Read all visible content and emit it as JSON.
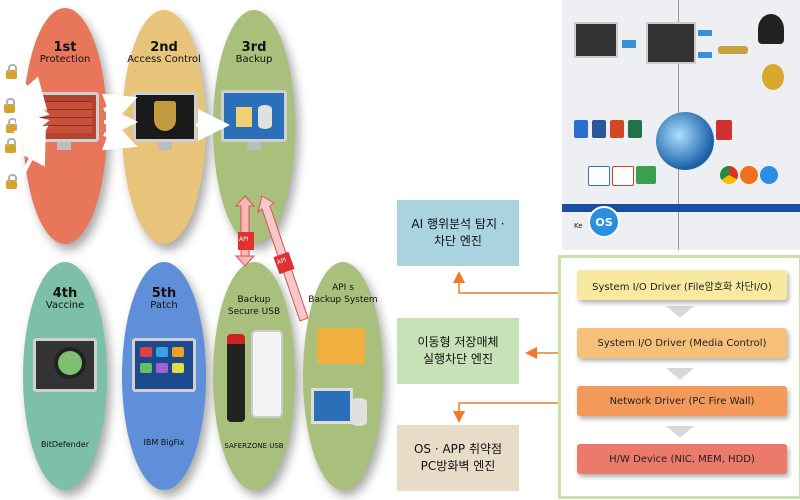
{
  "stages": [
    {
      "num": "1st",
      "title": "Protection",
      "color": "#e8765a"
    },
    {
      "num": "2nd",
      "title": "Access Control",
      "color": "#e8c37a"
    },
    {
      "num": "3rd",
      "title": "Backup",
      "color": "#a9c07c"
    },
    {
      "num": "4th",
      "title": "Vaccine",
      "color": "#7cc0a8",
      "caption": "BitDefender"
    },
    {
      "num": "5th",
      "title": "Patch",
      "color": "#5f8fd8",
      "caption": "IBM BigFix"
    },
    {
      "title_line1": "Backup",
      "title_line2": "Secure USB",
      "color": "#a9c07c",
      "caption": "SAFERZONE USB"
    },
    {
      "title_line1": "API s",
      "title_line2": "Backup System",
      "color": "#a9c07c"
    }
  ],
  "api_tags": {
    "left": "API",
    "right": "API"
  },
  "engines": {
    "ai": {
      "line1": "AI 행위분석 탐지 ·",
      "line2": "차단 엔진",
      "color": "#a8d3df"
    },
    "media": {
      "line1": "이동형 저장매체",
      "line2": "실행차단 엔진",
      "color": "#c8e2b8"
    },
    "os": {
      "line1": "OS · APP 취약점",
      "line2": "PC방화벽 엔진",
      "color": "#e8dcc8"
    }
  },
  "layers": [
    {
      "label": "System I/O Driver (File암호화 차단I/O)",
      "color": "#f7e9a0"
    },
    {
      "label": "System I/O Driver (Media Control)",
      "color": "#f7c07a"
    },
    {
      "label": "Network Driver (PC Fire Wall)",
      "color": "#f39a5a"
    },
    {
      "label": "H/W Device (NIC, MEM, HDD)",
      "color": "#ec7a6a"
    }
  ],
  "os_badge": "OS",
  "ker_label": "Ke",
  "colors": {
    "arrow": "#f07a2a",
    "panel_border": "#c8e3a8"
  }
}
